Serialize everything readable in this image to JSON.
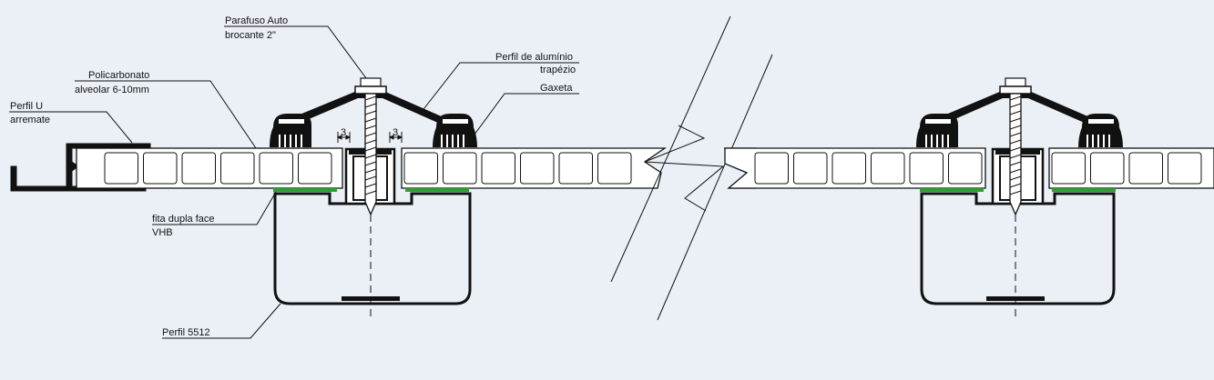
{
  "labels": {
    "screw_line1": "Parafuso Auto",
    "screw_line2": "brocante 2\"",
    "profile_line1": "Perfil de alumínio",
    "profile_line2": "trapézio",
    "gasket": "Gaxeta",
    "polycarbonate_line1": "Policarbonato",
    "polycarbonate_line2": "alveolar 6-10mm",
    "u_profile_line1": "Perfil U",
    "u_profile_line2": "arremate",
    "tape_line1": "fita dupla face",
    "tape_line2": "VHB",
    "steel_profile": "Perfil 5512",
    "gap_left": "3",
    "gap_right": "3"
  },
  "colors": {
    "background": "#eaf0f6",
    "line": "#111111",
    "tape": "#2e9e2e",
    "panel_fill": "#ffffff"
  }
}
